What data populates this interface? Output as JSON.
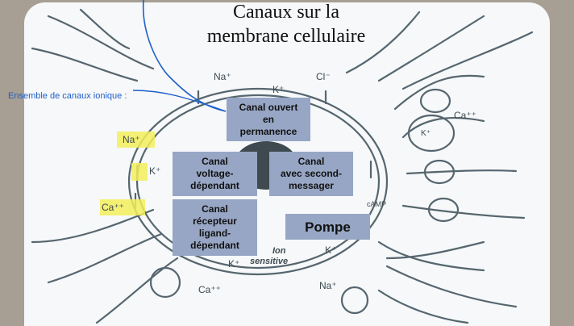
{
  "title": {
    "line1": "Canaux sur la",
    "line2": "membrane cellulaire"
  },
  "note": "Ensemble de canaux ionique :",
  "boxes": {
    "open": "Canal ouvert\nen\npermanence",
    "voltage": "Canal\nvoltage-\ndépendant",
    "second": "Canal\navec second-\nmessager",
    "ligand": "Canal\nrécepteur\nligand-\ndépendant",
    "pump": "Pompe"
  },
  "diagram_labels": {
    "na_top": "Na⁺",
    "k_top": "K⁺",
    "cl_top": "Cl⁻",
    "na_left": "Na⁺",
    "k_left": "K⁺",
    "ca_left": "Ca⁺⁺",
    "ca_right": "Ca⁺⁺",
    "camp": "cAMP",
    "ion": "Ion",
    "sensitive": "sensitive",
    "k_bottom_left": "K⁺",
    "k_bottom_right": "K⁺",
    "ca_bottom": "Ca⁺⁺",
    "na_bottom": "Na⁺",
    "k_inside": "K⁺"
  },
  "colors": {
    "highlight": "#f3ee5a",
    "box_fill": "#97a6c4",
    "arrow": "#1f5fc8",
    "frame": "#a79f93"
  }
}
